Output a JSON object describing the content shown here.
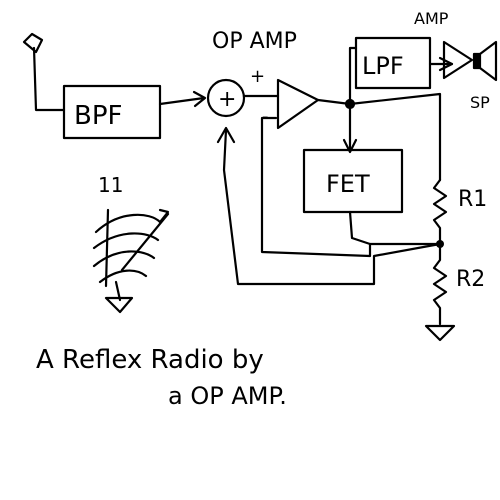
{
  "labels": {
    "op_amp_title": "OP AMP",
    "bpf": "BPF",
    "lpf": "LPF",
    "fet": "FET",
    "amp": "AMP",
    "sp": "SP",
    "r1": "R1",
    "r2": "R2",
    "plus_sum": "+",
    "plus_in": "+",
    "minus_in": "-",
    "coil_mark": "11",
    "caption_line1": "A Reflex Radio by",
    "caption_line2": "a OP AMP."
  },
  "colors": {
    "ink": "#000000",
    "paper": "#ffffff"
  }
}
